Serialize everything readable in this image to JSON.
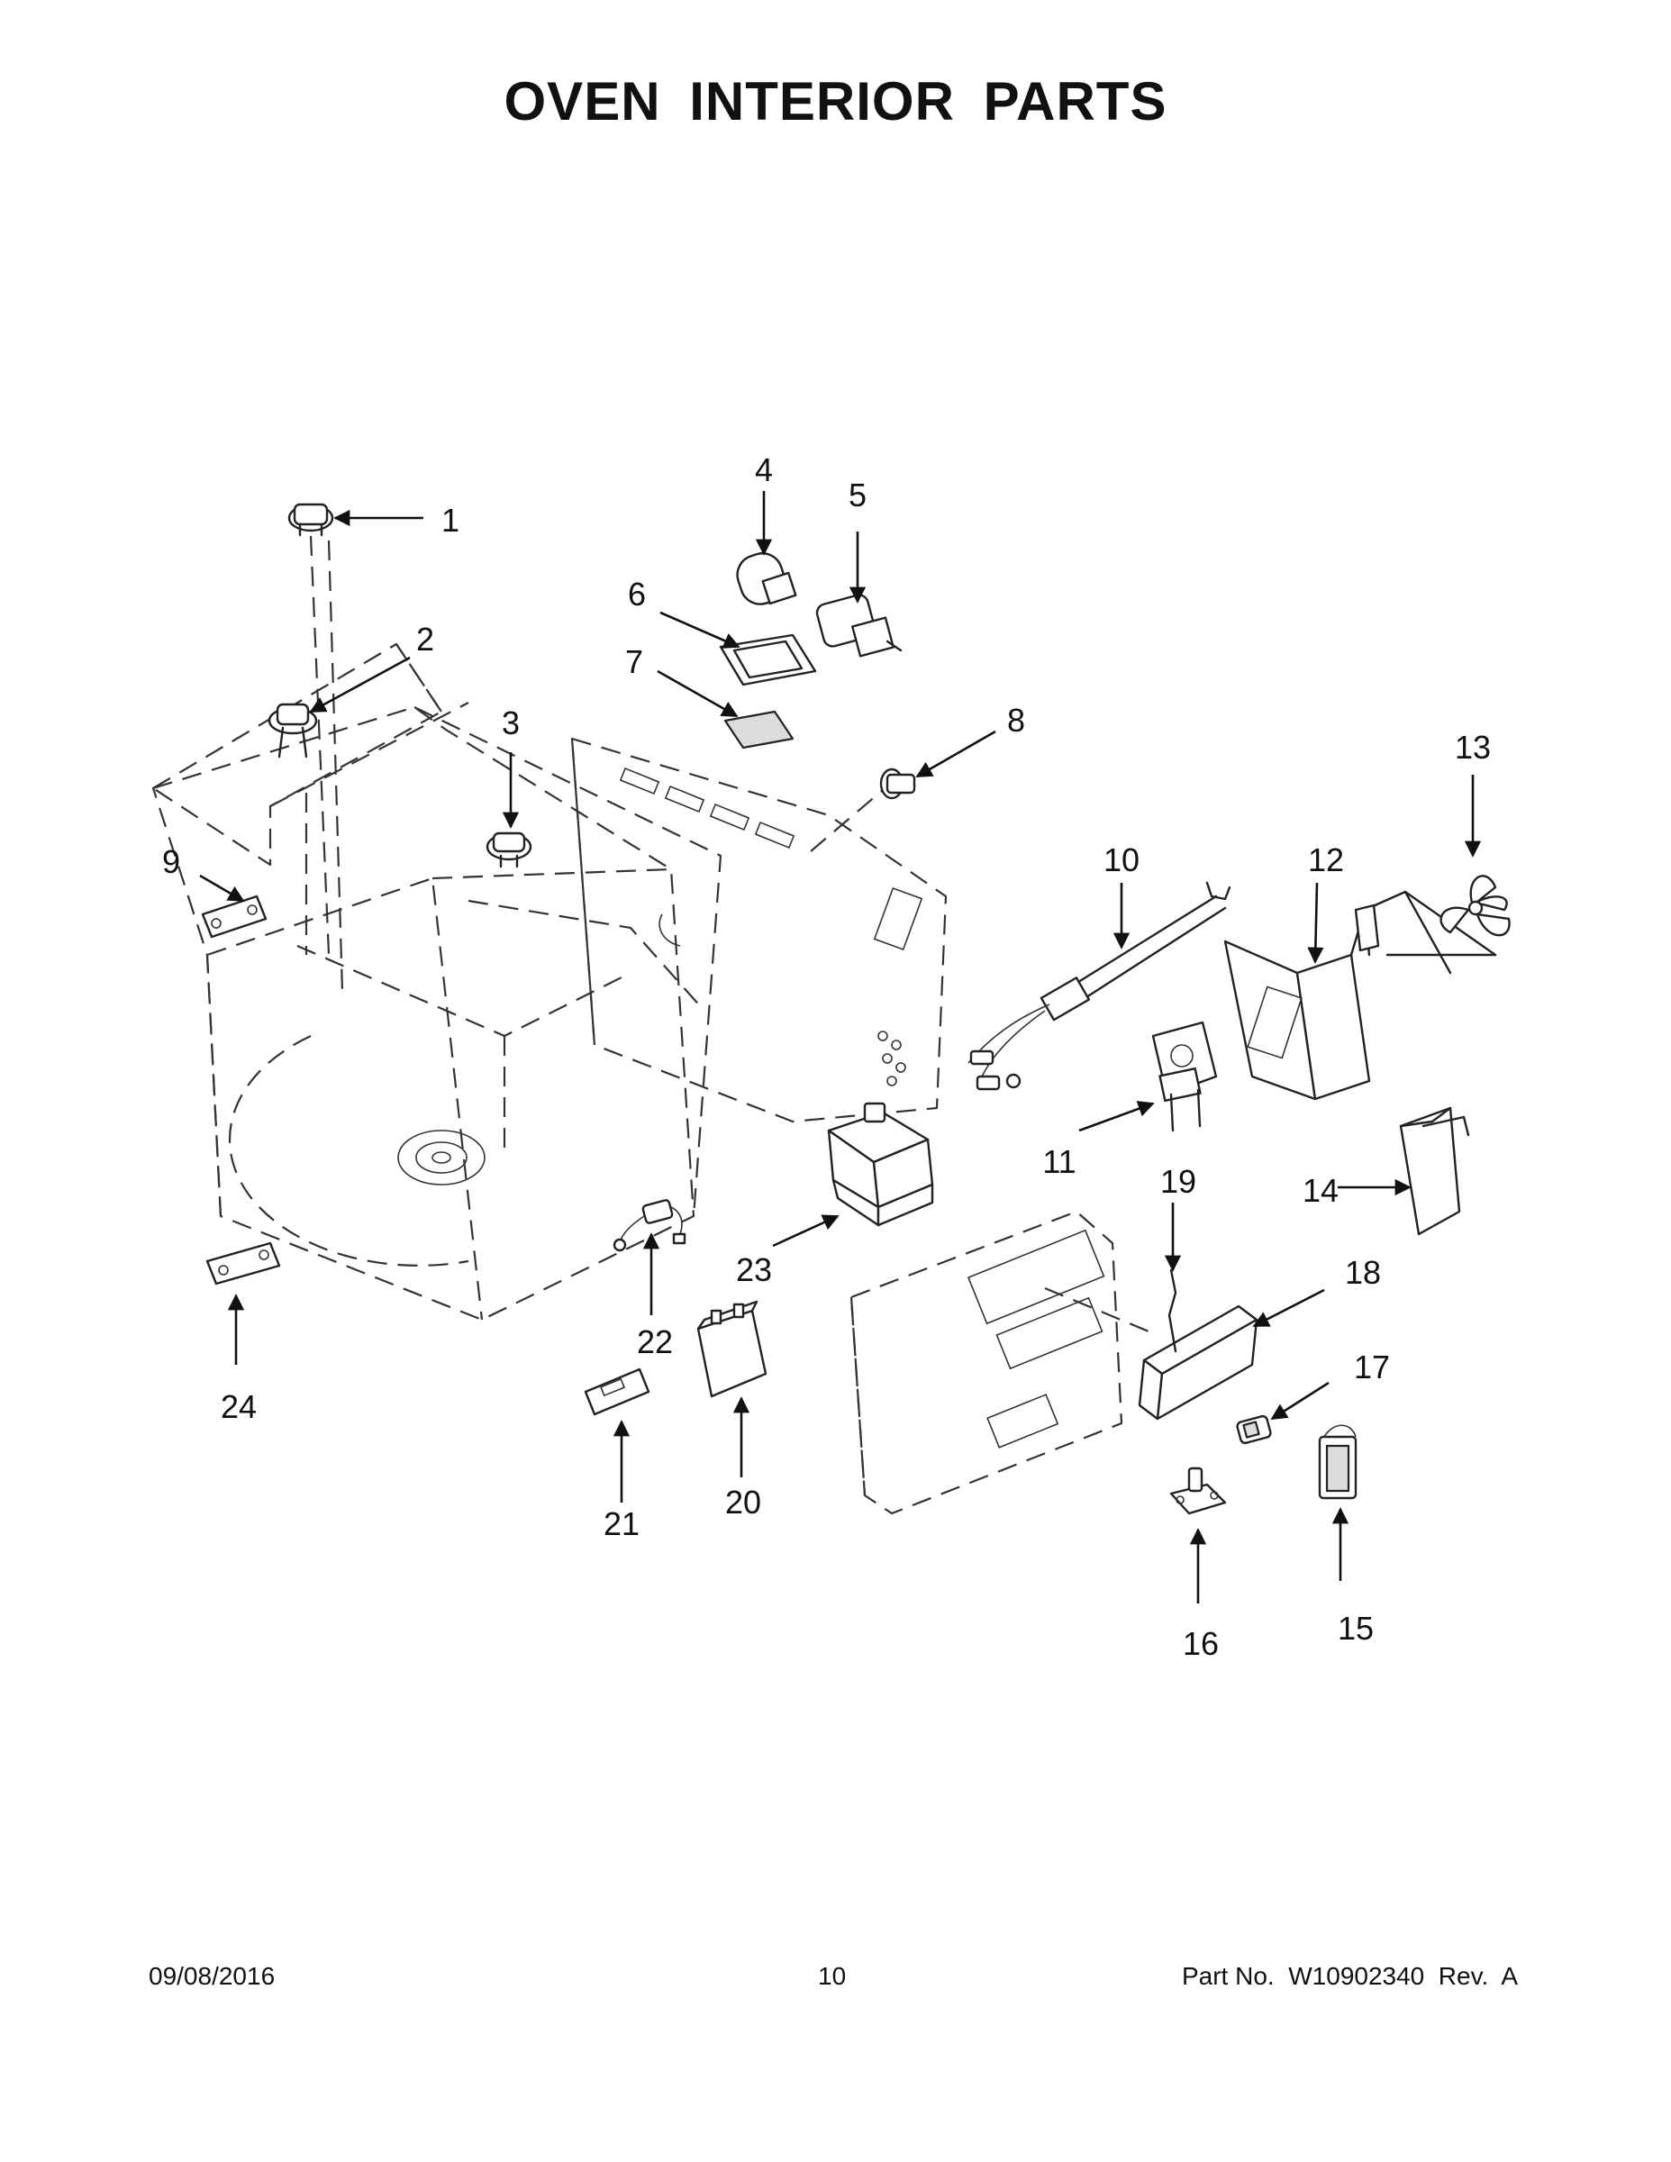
{
  "title": "OVEN INTERIOR PARTS",
  "callouts": [
    "1",
    "2",
    "3",
    "4",
    "5",
    "6",
    "7",
    "8",
    "9",
    "10",
    "11",
    "12",
    "13",
    "14",
    "15",
    "16",
    "17",
    "18",
    "19",
    "20",
    "21",
    "22",
    "23",
    "24"
  ],
  "footer": {
    "date": "09/08/2016",
    "page_number": "10",
    "part_number": "Part No.  W10902340  Rev.  A"
  }
}
